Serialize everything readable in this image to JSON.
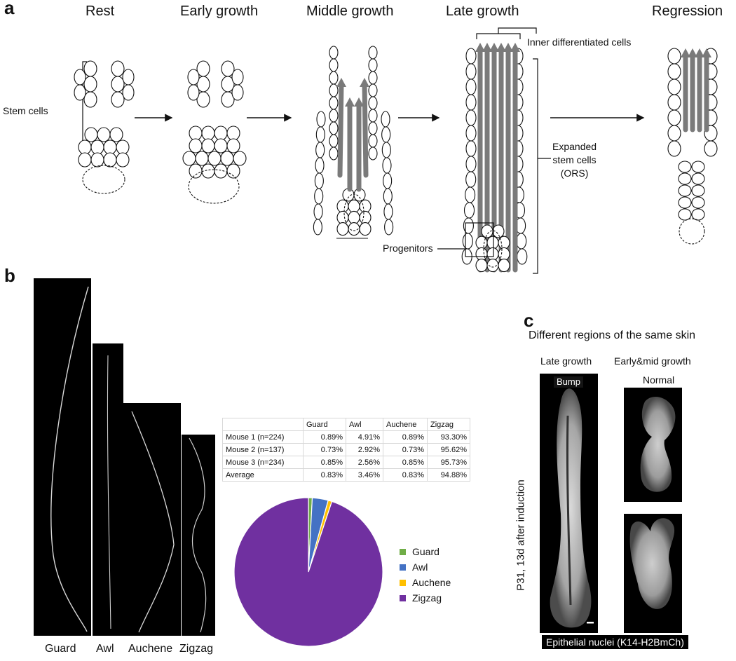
{
  "panel_a": {
    "letter": "a",
    "stages": [
      "Rest",
      "Early growth",
      "Middle growth",
      "Late growth",
      "Regression"
    ],
    "labels": {
      "stem_cells": "Stem cells",
      "inner_differentiated": "Inner differentiated cells",
      "expanded_stem": "Expanded stem cells (ORS)",
      "expanded_stem_l1": "Expanded",
      "expanded_stem_l2": "stem cells",
      "expanded_stem_l3": "(ORS)",
      "progenitors": "Progenitors"
    },
    "colors": {
      "arrow_gray": "#7a7a7a",
      "outline": "#111111"
    }
  },
  "panel_b": {
    "letter": "b",
    "hair_types": [
      "Guard",
      "Awl",
      "Auchene",
      "Zigzag"
    ],
    "table": {
      "columns": [
        "",
        "Guard",
        "Awl",
        "Auchene",
        "Zigzag"
      ],
      "rows": [
        [
          "Mouse 1 (n=224)",
          "0.89%",
          "4.91%",
          "0.89%",
          "93.30%"
        ],
        [
          "Mouse 2 (n=137)",
          "0.73%",
          "2.92%",
          "0.73%",
          "95.62%"
        ],
        [
          "Mouse 3 (n=234)",
          "0.85%",
          "2.56%",
          "0.85%",
          "95.73%"
        ],
        [
          "Average",
          "0.83%",
          "3.46%",
          "0.83%",
          "94.88%"
        ]
      ]
    },
    "chart_data": {
      "type": "pie",
      "slices": [
        {
          "label": "Guard",
          "value": 0.83,
          "color": "#70ad47"
        },
        {
          "label": "Awl",
          "value": 3.46,
          "color": "#4472c4"
        },
        {
          "label": "Auchene",
          "value": 0.83,
          "color": "#ffc000"
        },
        {
          "label": "Zigzag",
          "value": 94.88,
          "color": "#7030a0"
        }
      ],
      "legend_position": "right"
    }
  },
  "panel_c": {
    "letter": "c",
    "title": "Different regions of the same skin",
    "col_late": "Late growth",
    "col_early": "Early&mid growth",
    "tag_bump": "Bump",
    "tag_normal": "Normal",
    "side_label": "P31, 13d after induction",
    "caption": "Epithelial nuclei (K14-H2BmCh)"
  }
}
